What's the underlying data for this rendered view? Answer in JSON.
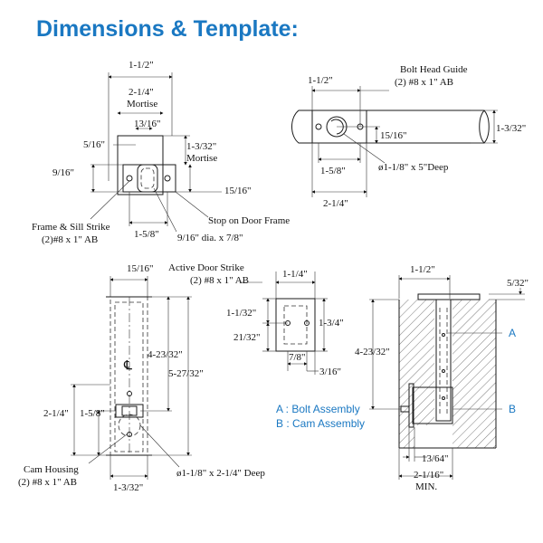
{
  "title": "Dimensions & Template:",
  "accent_color": "#1a78c2",
  "frame_strike": {
    "dim_1_1_2": "1-1/2\"",
    "dim_2_1_4": "2-1/4\"",
    "mortise_1": "Mortise",
    "dim_13_16": "13/16\"",
    "dim_5_16": "5/16\"",
    "dim_1_3_32": "1-3/32\"",
    "mortise_2": "Mortise",
    "dim_9_16": "9/16\"",
    "dim_15_16": "15/16\"",
    "dim_1_5_8": "1-5/8\"",
    "label_strike": "Frame & Sill Strike",
    "label_screws": "(2)#8 x 1\" AB",
    "label_stop": "Stop on Door Frame",
    "label_hole": "9/16\" dia. x 7/8\""
  },
  "bolt_head_guide": {
    "title": "Bolt Head Guide",
    "screws": "(2) #8 x 1\" AB",
    "dim_1_1_2": "1-1/2\"",
    "dim_15_16": "15/16\"",
    "dim_1_3_32": "1-3/32\"",
    "dim_1_5_8": "1-5/8\"",
    "dim_bore": "ø1-1/8\" x 5\"Deep",
    "dim_2_1_4": "2-1/4\""
  },
  "cam_housing": {
    "dim_15_16": "15/16\"",
    "dim_4_23_32": "4-23/32\"",
    "dim_5_27_32": "5-27/32\"",
    "dim_2_1_4": "2-1/4\"",
    "dim_1_5_8": "1-5/8\"",
    "label_housing": "Cam Housing",
    "label_screws": "(2) #8 x 1\" AB",
    "dim_bore": "ø1-1/8\" x 2-1/4\" Deep",
    "dim_1_3_32": "1-3/32\"",
    "centerline_symbol": "℄"
  },
  "active_door_strike": {
    "title": "Active Door Strike",
    "screws": "(2) #8 x 1\" AB",
    "dim_1_1_4": "1-1/4\"",
    "dim_1_1_32": "1-1/32\"",
    "dim_1_3_4": "1-3/4\"",
    "dim_21_32": "21/32\"",
    "dim_7_8": "7/8\"",
    "dim_3_16": "3/16\""
  },
  "legend": {
    "a": "A : Bolt Assembly",
    "b": "B : Cam Assembly"
  },
  "section_view": {
    "dim_1_1_2": "1-1/2\"",
    "dim_5_32": "5/32\"",
    "label_a": "A",
    "label_b": "B",
    "dim_4_23_32": "4-23/32\"",
    "dim_13_64": "13/64\"",
    "dim_2_1_16": "2-1/16\"",
    "min": "MIN."
  }
}
